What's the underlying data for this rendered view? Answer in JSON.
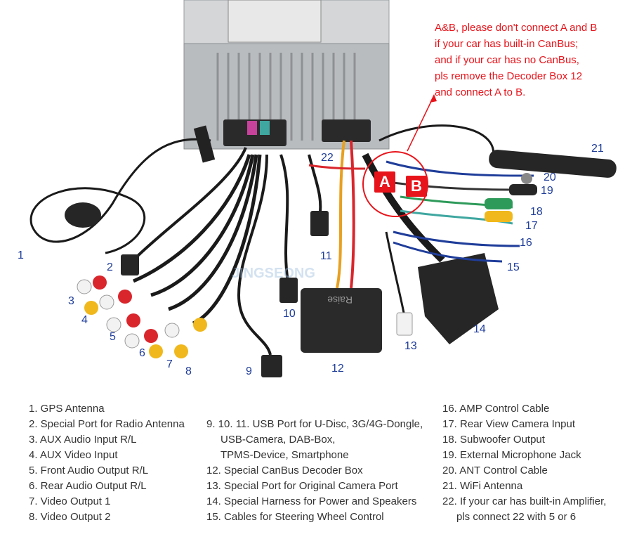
{
  "note": [
    "A&B, please don't connect A and B",
    "if your car has built-in CanBus;",
    "and if your car has no CanBus,",
    "pls remove the Decoder Box 12",
    "and connect A to B."
  ],
  "badges": {
    "a": "A",
    "b": "B"
  },
  "watermark": "JINGSEONG",
  "box_text": "Raise",
  "numbers": {
    "n1": "1",
    "n2": "2",
    "n3": "3",
    "n4": "4",
    "n5": "5",
    "n6": "6",
    "n7": "7",
    "n8": "8",
    "n9": "9",
    "n10": "10",
    "n11": "11",
    "n12": "12",
    "n13": "13",
    "n14": "14",
    "n15": "15",
    "n16": "16",
    "n17": "17",
    "n18": "18",
    "n19": "19",
    "n20": "20",
    "n21": "21",
    "n22": "22"
  },
  "legend_col1": [
    "1. GPS Antenna",
    "2. Special Port for Radio Antenna",
    "3. AUX Audio Input R/L",
    "4. AUX Video Input",
    "5. Front Audio Output R/L",
    "6. Rear Audio Output R/L",
    "7. Video Output 1",
    "8. Video Output 2"
  ],
  "legend_col2": [
    "9. 10. 11. USB Port for U-Disc, 3G/4G-Dongle,",
    "USB-Camera, DAB-Box,",
    "TPMS-Device, Smartphone",
    "12. Special CanBus Decoder Box",
    "13. Special Port for Original Camera Port",
    "14. Special Harness for Power and Speakers",
    "15. Cables for Steering Wheel Control"
  ],
  "legend_col3": [
    "16. AMP Control Cable",
    "17. Rear View Camera Input",
    "18. Subwoofer Output",
    "19. External Microphone Jack",
    "20. ANT Control Cable",
    "21. WiFi Antenna",
    "22. If your car has built-in Amplifier,",
    "pls connect 22 with 5 or 6"
  ],
  "colors": {
    "label_blue": "#1f3d9a",
    "note_red": "#e8141b",
    "legend_text": "#333333",
    "unit_silver": "#c9cbcd",
    "cable_black": "#1a1a1a",
    "rca_red": "#d9262c",
    "rca_white": "#f2f2f2",
    "rca_yellow": "#f0b81c",
    "green": "#2e9a5a",
    "teal": "#3fa7a0"
  }
}
